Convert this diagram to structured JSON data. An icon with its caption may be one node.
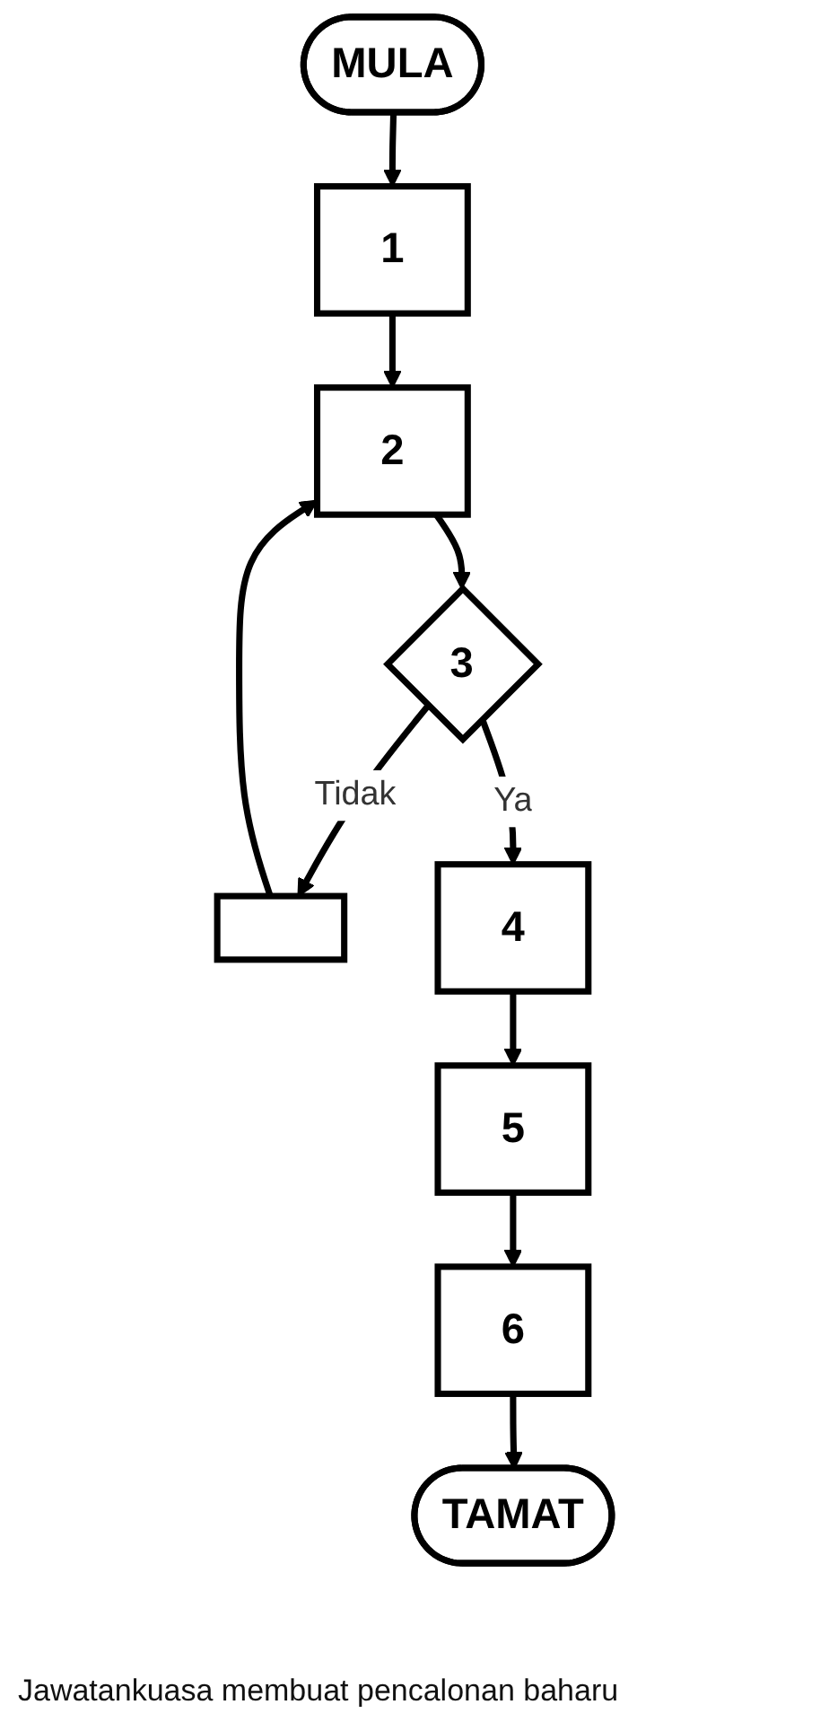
{
  "diagram": {
    "nodes": [
      {
        "text": [
          "MULA"
        ]
      },
      {
        "text": [
          "1"
        ]
      },
      {
        "text": [
          "2"
        ]
      },
      {
        "text": [
          "3"
        ]
      },
      {
        "text": [],
        "shape": "box"
      },
      {
        "text": [
          "4"
        ]
      },
      {
        "text": [
          "5"
        ]
      },
      {
        "text": [
          "6"
        ]
      },
      {
        "text": [
          "TAMAT"
        ]
      }
    ],
    "edges": [
      {
        "from": 0,
        "to": 1,
        "arrow": "to"
      },
      {
        "from": 1,
        "to": 2,
        "arrow": "to"
      },
      {
        "from": 2,
        "to": 3,
        "arrow": "to"
      },
      {
        "from": 3,
        "to": 4,
        "arrow": "to",
        "label": "Tidak"
      },
      {
        "from": 4,
        "to": 2,
        "arrow": "to"
      },
      {
        "from": 3,
        "to": 5,
        "arrow": "to",
        "label": "Ya"
      },
      {
        "from": 5,
        "to": 6,
        "arrow": "to"
      },
      {
        "from": 6,
        "to": 7,
        "arrow": "to"
      },
      {
        "from": 7,
        "to": 8,
        "arrow": "to"
      }
    ],
    "labels": [
      "Jawatankuasa membuat pencalonan baharu"
    ]
  }
}
